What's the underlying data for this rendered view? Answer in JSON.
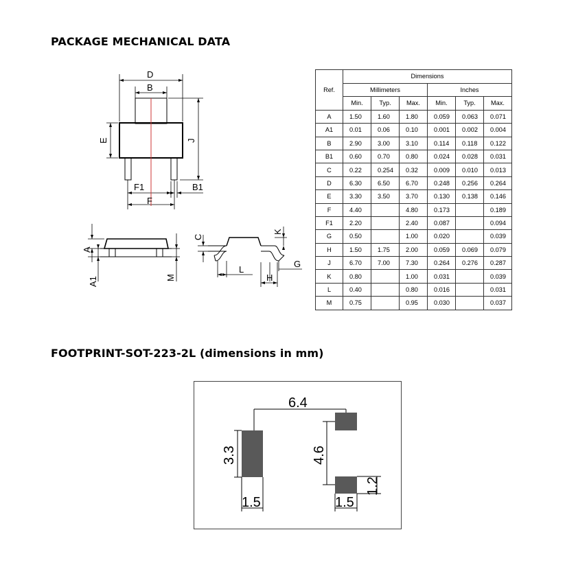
{
  "headings": {
    "mechanical": "PACKAGE MECHANICAL DATA",
    "footprint": "FOOTPRINT-SOT-223-2L (dimensions in mm)"
  },
  "drawing_labels": {
    "top_view": {
      "D": "D",
      "B": "B",
      "E": "E",
      "J": "J",
      "F1": "F1",
      "B1": "B1",
      "F": "F"
    },
    "side_view": {
      "A": "A",
      "A1": "A1",
      "M": "M"
    },
    "lead_detail": {
      "C": "C",
      "K": "K",
      "L": "L",
      "H": "H",
      "G": "G"
    }
  },
  "table": {
    "ref_header": "Ref.",
    "dimensions_header": "Dimensions",
    "millimeters_header": "Millimeters",
    "inches_header": "Inches",
    "sub_headers": [
      "Min.",
      "Typ.",
      "Max.",
      "Min.",
      "Typ.",
      "Max."
    ],
    "rows": [
      {
        "ref": "A",
        "mm_min": "1.50",
        "mm_typ": "1.60",
        "mm_max": "1.80",
        "in_min": "0.059",
        "in_typ": "0.063",
        "in_max": "0.071"
      },
      {
        "ref": "A1",
        "mm_min": "0.01",
        "mm_typ": "0.06",
        "mm_max": "0.10",
        "in_min": "0.001",
        "in_typ": "0.002",
        "in_max": "0.004"
      },
      {
        "ref": "B",
        "mm_min": "2.90",
        "mm_typ": "3.00",
        "mm_max": "3.10",
        "in_min": "0.114",
        "in_typ": "0.118",
        "in_max": "0.122"
      },
      {
        "ref": "B1",
        "mm_min": "0.60",
        "mm_typ": "0.70",
        "mm_max": "0.80",
        "in_min": "0.024",
        "in_typ": "0.028",
        "in_max": "0.031"
      },
      {
        "ref": "C",
        "mm_min": "0.22",
        "mm_typ": "0.254",
        "mm_max": "0.32",
        "in_min": "0.009",
        "in_typ": "0.010",
        "in_max": "0.013"
      },
      {
        "ref": "D",
        "mm_min": "6.30",
        "mm_typ": "6.50",
        "mm_max": "6.70",
        "in_min": "0.248",
        "in_typ": "0.256",
        "in_max": "0.264"
      },
      {
        "ref": "E",
        "mm_min": "3.30",
        "mm_typ": "3.50",
        "mm_max": "3.70",
        "in_min": "0.130",
        "in_typ": "0.138",
        "in_max": "0.146"
      },
      {
        "ref": "F",
        "mm_min": "4.40",
        "mm_typ": "",
        "mm_max": "4.80",
        "in_min": "0.173",
        "in_typ": "",
        "in_max": "0.189"
      },
      {
        "ref": "F1",
        "mm_min": "2.20",
        "mm_typ": "",
        "mm_max": "2.40",
        "in_min": "0.087",
        "in_typ": "",
        "in_max": "0.094"
      },
      {
        "ref": "G",
        "mm_min": "0.50",
        "mm_typ": "",
        "mm_max": "1.00",
        "in_min": "0.020",
        "in_typ": "",
        "in_max": "0.039"
      },
      {
        "ref": "H",
        "mm_min": "1.50",
        "mm_typ": "1.75",
        "mm_max": "2.00",
        "in_min": "0.059",
        "in_typ": "0.069",
        "in_max": "0.079"
      },
      {
        "ref": "J",
        "mm_min": "6.70",
        "mm_typ": "7.00",
        "mm_max": "7.30",
        "in_min": "0.264",
        "in_typ": "0.276",
        "in_max": "0.287"
      },
      {
        "ref": "K",
        "mm_min": "0.80",
        "mm_typ": "",
        "mm_max": "1.00",
        "in_min": "0.031",
        "in_typ": "",
        "in_max": "0.039"
      },
      {
        "ref": "L",
        "mm_min": "0.40",
        "mm_typ": "",
        "mm_max": "0.80",
        "in_min": "0.016",
        "in_typ": "",
        "in_max": "0.031"
      },
      {
        "ref": "M",
        "mm_min": "0.75",
        "mm_typ": "",
        "mm_max": "0.95",
        "in_min": "0.030",
        "in_typ": "",
        "in_max": "0.037"
      }
    ]
  },
  "footprint": {
    "pitch": "6.4",
    "pad_height": "3.3",
    "pad_spacing": "4.6",
    "small_pad_height": "1.2",
    "large_pad_width": "1.5",
    "small_pad_width": "1.5"
  },
  "colors": {
    "pad_fill": "#595959",
    "centerline": "#cc3333"
  }
}
